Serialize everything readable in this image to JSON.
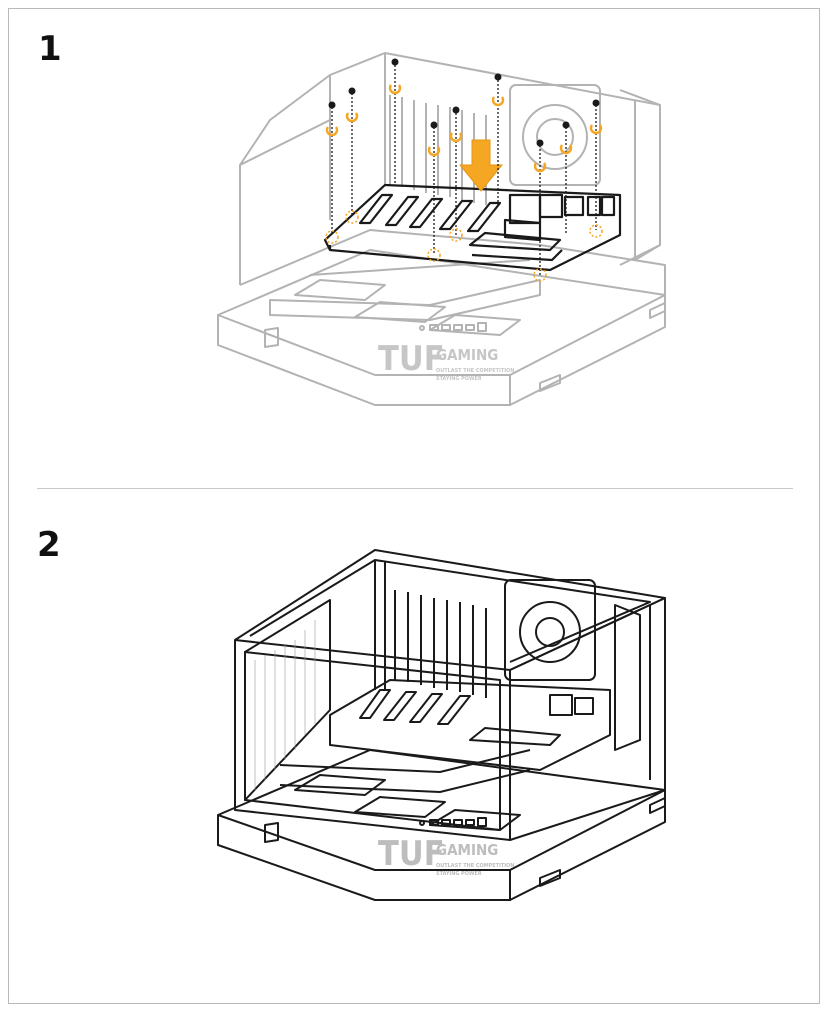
{
  "steps": [
    {
      "number": "1",
      "illustration": "motherboard-installation-into-case-with-screws",
      "brand": {
        "logo_main": "TUF",
        "logo_sub": "GAMING",
        "tagline_1": "OUTLAST THE COMPETITION",
        "tagline_2": "STAYING POWER"
      }
    },
    {
      "number": "2",
      "illustration": "case-frame-installed-over-motherboard",
      "brand": {
        "logo_main": "TUF",
        "logo_sub": "GAMING",
        "tagline_1": "OUTLAST THE COMPETITION",
        "tagline_2": "STAYING POWER"
      }
    }
  ],
  "colors": {
    "accent": "#f5a623",
    "line_faded": "#b5b5b5",
    "line_dark": "#1a1a1a",
    "border": "#b9b9b9"
  }
}
